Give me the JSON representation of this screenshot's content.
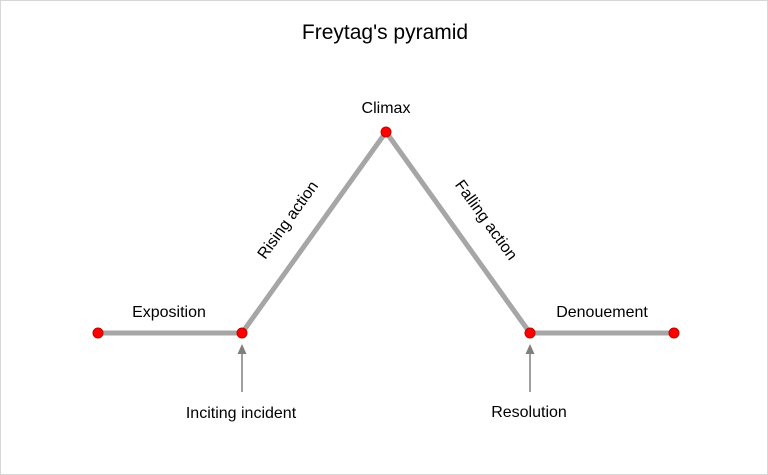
{
  "title": "Freytag's pyramid",
  "diagram": {
    "labels": {
      "exposition": "Exposition",
      "rising_action": "Rising action",
      "climax": "Climax",
      "falling_action": "Falling action",
      "denouement": "Denouement",
      "inciting_incident": "Inciting incident",
      "resolution": "Resolution"
    },
    "nodes": [
      {
        "name": "start"
      },
      {
        "name": "inciting-incident-point"
      },
      {
        "name": "climax-point"
      },
      {
        "name": "resolution-point"
      },
      {
        "name": "end"
      }
    ],
    "colors": {
      "line": "#a6a6a6",
      "dot": "#ff0000",
      "dot_border": "#c00000",
      "arrow": "#7f7f7f",
      "text": "#000000"
    }
  }
}
